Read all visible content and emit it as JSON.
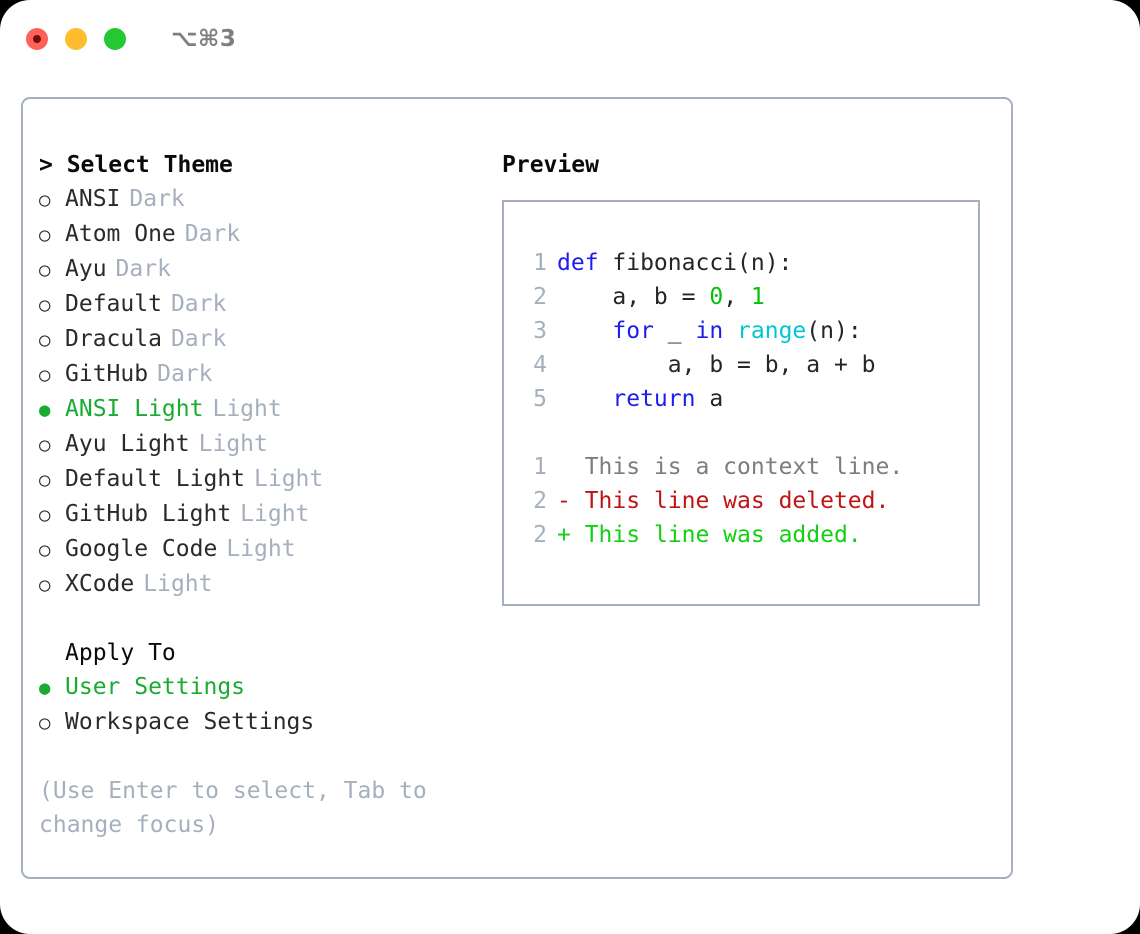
{
  "titlebar": {
    "shortcut": "⌥⌘3",
    "buttons": [
      {
        "name": "close-button",
        "color": "#ff6159"
      },
      {
        "name": "minimize-button",
        "color": "#ffbd2e"
      },
      {
        "name": "maximize-button",
        "color": "#23c832"
      }
    ]
  },
  "theme_panel": {
    "heading": "> Select Theme",
    "bullets": {
      "selected": "●",
      "unselected": "○"
    },
    "items": [
      {
        "label": "ANSI",
        "tag": "Dark",
        "selected": false
      },
      {
        "label": "Atom One",
        "tag": "Dark",
        "selected": false
      },
      {
        "label": "Ayu",
        "tag": "Dark",
        "selected": false
      },
      {
        "label": "Default",
        "tag": "Dark",
        "selected": false
      },
      {
        "label": "Dracula",
        "tag": "Dark",
        "selected": false
      },
      {
        "label": "GitHub",
        "tag": "Dark",
        "selected": false
      },
      {
        "label": "ANSI Light",
        "tag": "Light",
        "selected": true
      },
      {
        "label": "Ayu Light",
        "tag": "Light",
        "selected": false
      },
      {
        "label": "Default Light",
        "tag": "Light",
        "selected": false
      },
      {
        "label": "GitHub Light",
        "tag": "Light",
        "selected": false
      },
      {
        "label": "Google Code",
        "tag": "Light",
        "selected": false
      },
      {
        "label": "XCode",
        "tag": "Light",
        "selected": false
      }
    ]
  },
  "apply_to": {
    "heading": "Apply To",
    "items": [
      {
        "label": "User Settings",
        "selected": true
      },
      {
        "label": "Workspace Settings",
        "selected": false
      }
    ]
  },
  "hint": "(Use Enter to select, Tab to change focus)",
  "preview": {
    "heading": "Preview",
    "code_lines": [
      {
        "num": "1",
        "tokens": [
          {
            "t": "def ",
            "c": "kw"
          },
          {
            "t": "fibonacci(n):",
            "c": "txt"
          }
        ]
      },
      {
        "num": "2",
        "tokens": [
          {
            "t": "    a, b = ",
            "c": "txt"
          },
          {
            "t": "0",
            "c": "num"
          },
          {
            "t": ", ",
            "c": "txt"
          },
          {
            "t": "1",
            "c": "num"
          }
        ]
      },
      {
        "num": "3",
        "tokens": [
          {
            "t": "    ",
            "c": "txt"
          },
          {
            "t": "for",
            "c": "kw"
          },
          {
            "t": " _ ",
            "c": "txt"
          },
          {
            "t": "in",
            "c": "kw"
          },
          {
            "t": " ",
            "c": "txt"
          },
          {
            "t": "range",
            "c": "fn"
          },
          {
            "t": "(n):",
            "c": "txt"
          }
        ]
      },
      {
        "num": "4",
        "tokens": [
          {
            "t": "        a, b = b, a + b",
            "c": "txt"
          }
        ]
      },
      {
        "num": "5",
        "tokens": [
          {
            "t": "    ",
            "c": "txt"
          },
          {
            "t": "return",
            "c": "kw"
          },
          {
            "t": " a",
            "c": "txt"
          }
        ]
      }
    ],
    "diff_lines": [
      {
        "num": "1",
        "marker": "  ",
        "text": "This is a context line.",
        "kind": "ctx"
      },
      {
        "num": "2",
        "marker": "- ",
        "text": "This line was deleted.",
        "kind": "del"
      },
      {
        "num": "2",
        "marker": "+ ",
        "text": "This line was added.",
        "kind": "add"
      }
    ]
  },
  "colors": {
    "accent_green": "#1aab32",
    "muted": "#a6afbd",
    "keyword": "#1d1df0",
    "number": "#09c009",
    "builtin": "#00c6d6",
    "diff_delete": "#c01414",
    "diff_add": "#12d012",
    "border": "#a6afbd"
  }
}
